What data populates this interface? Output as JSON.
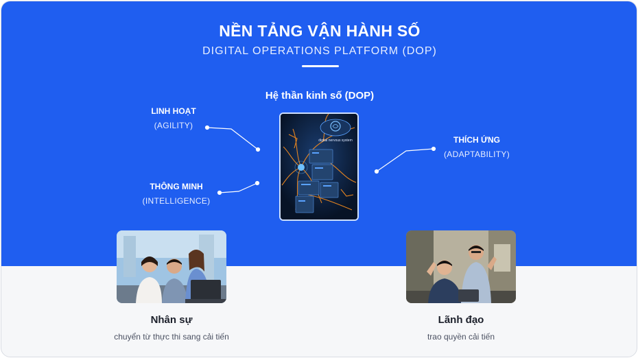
{
  "header": {
    "title": "NỀN TẢNG VẬN HÀNH SỐ",
    "subtitle": "DIGITAL OPERATIONS PLATFORM (DOP)"
  },
  "center": {
    "title": "Hệ thần kinh số (DOP)",
    "card_caption": "digital nervous system"
  },
  "pillars": {
    "agility": {
      "label": "LINH HOẠT",
      "sub": "(AGILITY)"
    },
    "intelligence": {
      "label": "THÔNG MINH",
      "sub": "(INTELLIGENCE)"
    },
    "adaptability": {
      "label": "THÍCH ỨNG",
      "sub": "(ADAPTABILITY)"
    }
  },
  "roles": [
    {
      "title": "Nhân sự",
      "description": "chuyển từ thực thi sang cải tiến"
    },
    {
      "title": "Lãnh đạo",
      "description": "trao quyền cải tiến"
    }
  ],
  "colors": {
    "hero_blue": "#1f5ef0",
    "card_dark": "#0b1a33",
    "accent_orange": "#f28a1e",
    "bottom_bg": "#f6f7f9"
  }
}
